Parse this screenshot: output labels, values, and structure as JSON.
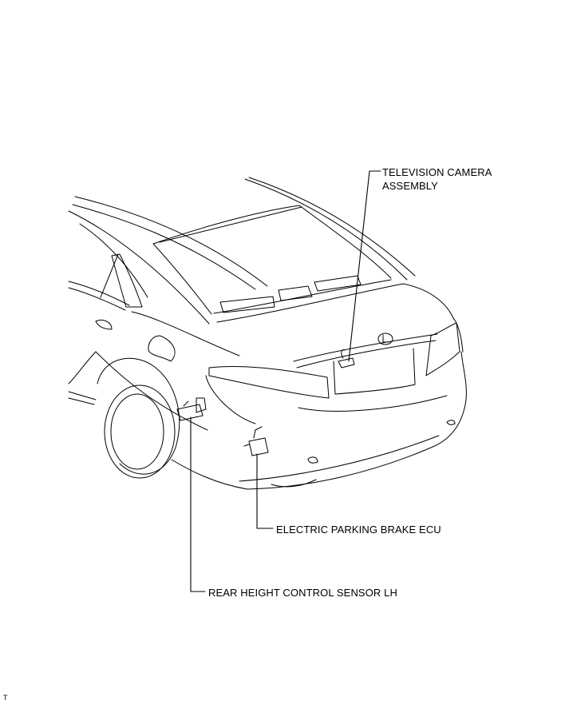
{
  "callouts": {
    "camera": {
      "line1": "TELEVISION CAMERA",
      "line2": "ASSEMBLY"
    },
    "parking_brake": "ELECTRIC PARKING BRAKE ECU",
    "height_sensor": "REAR HEIGHT CONTROL SENSOR LH"
  },
  "footer": {
    "mark": "T"
  },
  "colors": {
    "line": "#000000",
    "background": "#ffffff"
  },
  "icons": {
    "emblem": "lexus-emblem-icon"
  }
}
